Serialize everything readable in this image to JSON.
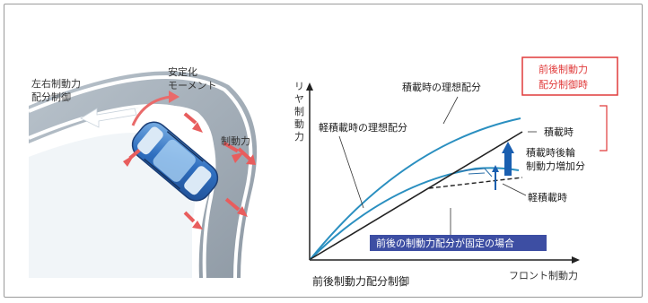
{
  "illustration": {
    "lr_force_label_1": "左右制動力",
    "lr_force_label_2": "配分制御",
    "stabilize_label_1": "安定化",
    "stabilize_label_2": "モーメント",
    "braking_force_label": "制動力"
  },
  "chart_data": {
    "type": "line",
    "title": "",
    "xlabel": "フロント制動力",
    "ylabel": "リヤ制動力",
    "caption": "前後制動力配分制御",
    "series": [
      {
        "name": "積載時の理想配分",
        "kind": "ideal-curve-loaded"
      },
      {
        "name": "軽積載時の理想配分",
        "kind": "ideal-curve-light"
      },
      {
        "name": "積載時",
        "kind": "control-line-loaded"
      },
      {
        "name": "軽積載時",
        "kind": "control-line-light"
      },
      {
        "name": "前後の制動力配分が固定の場合",
        "kind": "fixed-distribution"
      }
    ],
    "annotations": {
      "loaded_ideal": "積載時の理想配分",
      "light_ideal": "軽積載時の理想配分",
      "loaded": "積載時",
      "light": "軽積載時",
      "increase_1": "積載時後輪",
      "increase_2": "制動力増加分",
      "fixed_case": "前後の制動力配分が固定の場合",
      "control_box_1": "前後制動力",
      "control_box_2": "配分制御時"
    },
    "colors": {
      "curve": "#2a8fc0",
      "accent_red": "#e03a3a",
      "arrow_blue": "#1a5fb0",
      "badge_bg": "#3d4ea3"
    }
  }
}
